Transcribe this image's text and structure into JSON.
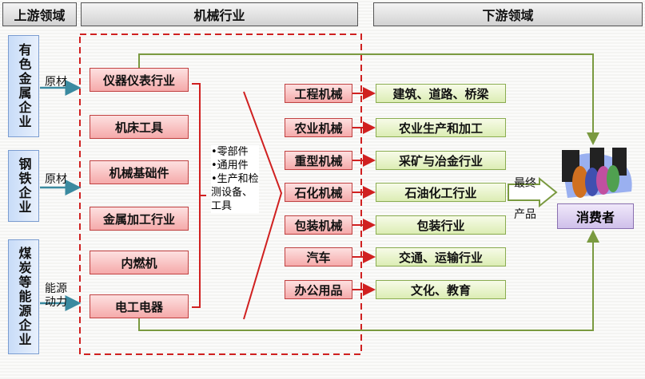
{
  "headers": {
    "upstream": "上游领域",
    "machinery": "机械行业",
    "downstream": "下游领域"
  },
  "upstream": [
    {
      "label": "有色金属企业",
      "input": "原材"
    },
    {
      "label": "钢铁企业",
      "input": "原材"
    },
    {
      "label": "煤炭等能源企业",
      "input": "能源动力"
    }
  ],
  "machinery_sectors": [
    "仪器仪表行业",
    "机床工具",
    "机械基础件",
    "金属加工行业",
    "内燃机",
    "电工电器"
  ],
  "components": [
    "•零部件",
    "•通用件",
    "•生产和检测设备、工具"
  ],
  "products": [
    "工程机械",
    "农业机械",
    "重型机械",
    "石化机械",
    "包装机械",
    "汽车",
    "办公用品"
  ],
  "downstream": [
    "建筑、道路、桥梁",
    "农业生产和加工",
    "采矿与冶金行业",
    "石油化工行业",
    "包装行业",
    "交通、运输行业",
    "文化、教育"
  ],
  "final": {
    "line1": "最终",
    "line2": "产品",
    "consumer": "消费者"
  },
  "colors": {
    "red": "#d02020",
    "green": "#7a9a40",
    "blue_arrow": "#3a8aa0"
  }
}
